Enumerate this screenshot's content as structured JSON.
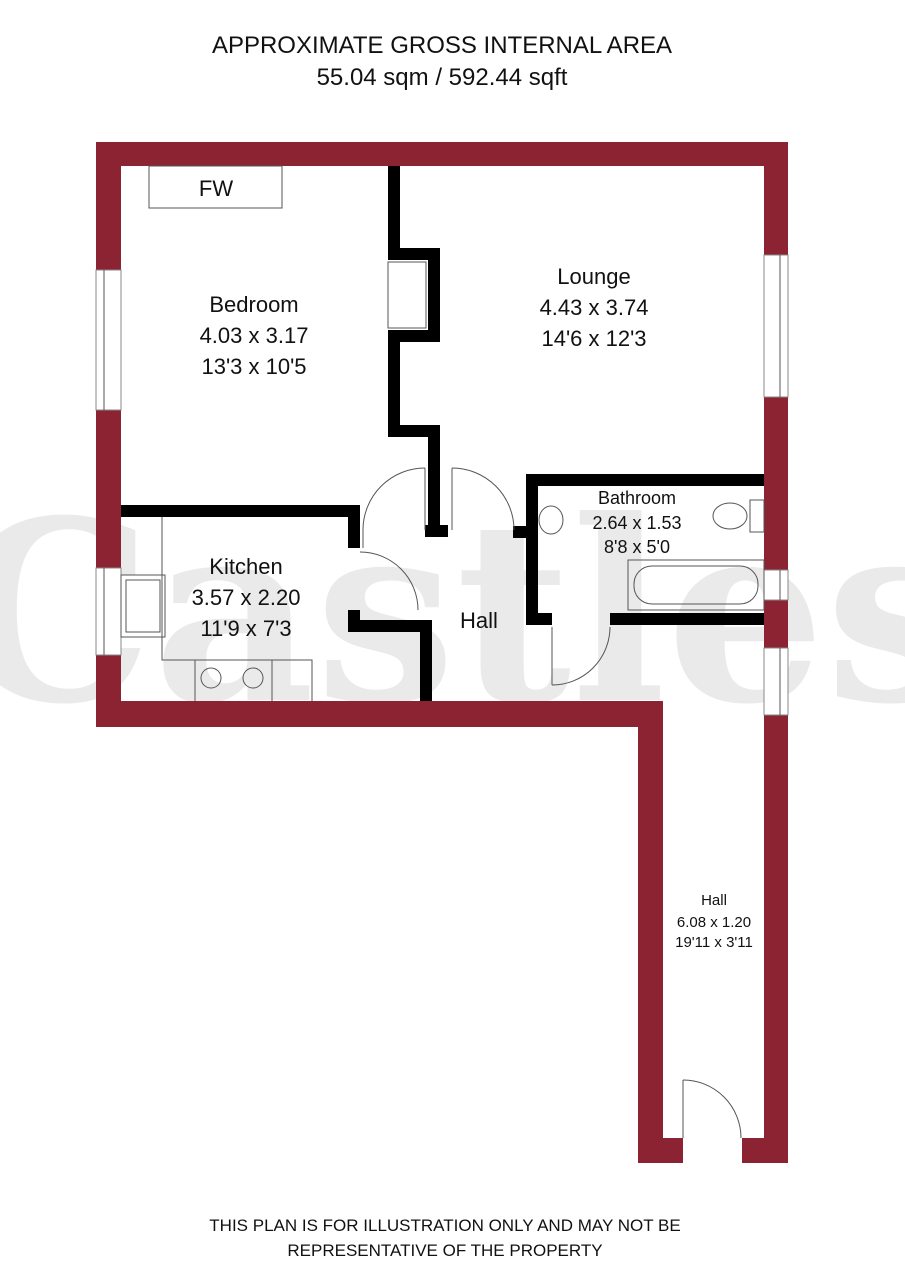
{
  "header": {
    "title": "APPROXIMATE GROSS INTERNAL AREA",
    "area": "55.04 sqm / 592.44 sqft"
  },
  "rooms": {
    "bedroom": {
      "name": "Bedroom",
      "metric": "4.03 x 3.17",
      "imperial": "13'3 x 10'5"
    },
    "lounge": {
      "name": "Lounge",
      "metric": "4.43 x 3.74",
      "imperial": "14'6 x 12'3"
    },
    "kitchen": {
      "name": "Kitchen",
      "metric": "3.57 x 2.20",
      "imperial": "11'9 x 7'3"
    },
    "bathroom": {
      "name": "Bathroom",
      "metric": "2.64 x 1.53",
      "imperial": "8'8 x 5'0"
    },
    "hall": {
      "name": "Hall"
    },
    "hall2": {
      "name": "Hall",
      "metric": "6.08 x 1.20",
      "imperial": "19'11 x 3'11"
    }
  },
  "fixtures": {
    "fw": "FW"
  },
  "watermark": "Castles",
  "footer": {
    "line1": "THIS PLAN IS FOR ILLUSTRATION ONLY AND MAY NOT BE",
    "line2": "REPRESENTATIVE OF THE PROPERTY"
  },
  "colors": {
    "wall": "#8b2332",
    "internal_wall": "#000000"
  }
}
